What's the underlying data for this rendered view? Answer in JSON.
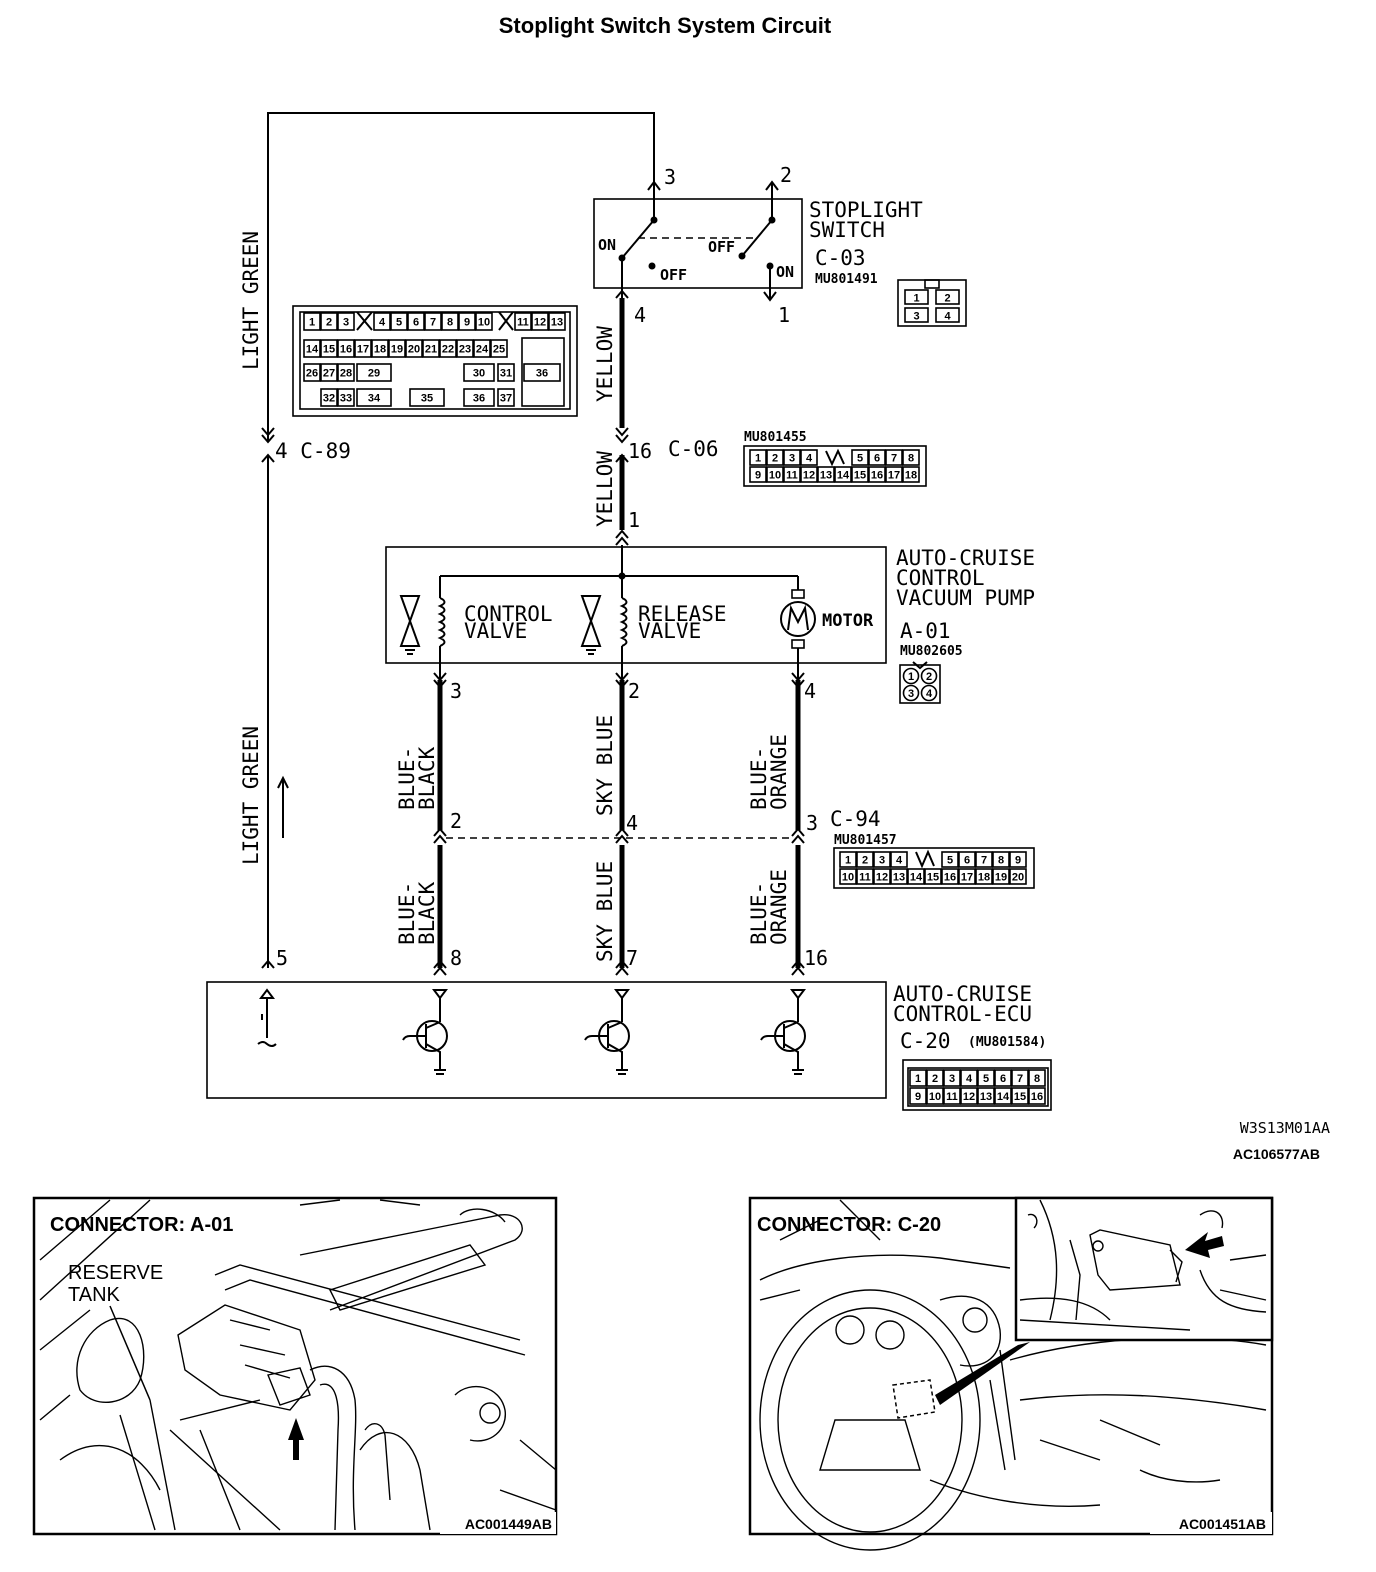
{
  "title": "Stoplight Switch System Circuit",
  "wires": {
    "light_green_upper": "LIGHT GREEN",
    "light_green_lower": "LIGHT GREEN",
    "yellow_upper": "YELLOW",
    "yellow_lower": "YELLOW",
    "blue_black_upper": [
      "BLUE-",
      "BLACK"
    ],
    "blue_black_lower": [
      "BLUE-",
      "BLACK"
    ],
    "sky_blue_upper": "SKY BLUE",
    "sky_blue_lower": "SKY BLUE",
    "blue_orange_upper": [
      "BLUE-",
      "ORANGE"
    ],
    "blue_orange_lower": [
      "BLUE-",
      "ORANGE"
    ]
  },
  "stoplight_switch": {
    "name_lines": [
      "STOPLIGHT",
      "SWITCH"
    ],
    "connector": "C-03",
    "part": "MU801491",
    "on_left": "ON",
    "off_left": "OFF",
    "off_right": "OFF",
    "on_right": "ON",
    "pins": {
      "p3": "3",
      "p2": "2",
      "p4": "4",
      "p1": "1"
    },
    "face": [
      "1",
      "2",
      "3",
      "4"
    ]
  },
  "c89": {
    "label": "4 C-89",
    "row1": [
      "1",
      "2",
      "3",
      "4",
      "5",
      "6",
      "7",
      "8",
      "9",
      "10",
      "11",
      "12",
      "13"
    ],
    "row2": [
      "14",
      "15",
      "16",
      "17",
      "18",
      "19",
      "20",
      "21",
      "22",
      "23",
      "24",
      "25"
    ],
    "row3": [
      "26",
      "27",
      "28",
      "29",
      "30",
      "31",
      "36"
    ],
    "row4": [
      "32",
      "33",
      "34",
      "35",
      "36",
      "37"
    ]
  },
  "c06": {
    "pin": "16",
    "connector": "C-06",
    "part": "MU801455",
    "row1": [
      "1",
      "2",
      "3",
      "4",
      "5",
      "6",
      "7",
      "8"
    ],
    "row2": [
      "9",
      "10",
      "11",
      "12",
      "13",
      "14",
      "15",
      "16",
      "17",
      "18"
    ]
  },
  "vacuum_pump": {
    "name_lines": [
      "AUTO-CRUISE",
      "CONTROL",
      "VACUUM PUMP"
    ],
    "connector": "A-01",
    "part": "MU802605",
    "control_valve": [
      "CONTROL",
      "VALVE"
    ],
    "release_valve": [
      "RELEASE",
      "VALVE"
    ],
    "motor": "MOTOR",
    "pins": {
      "p1": "1",
      "p3": "3",
      "p2": "2",
      "p4": "4"
    },
    "face": [
      "1",
      "2",
      "3",
      "4"
    ]
  },
  "c94": {
    "connector": "C-94",
    "part": "MU801457",
    "pins": {
      "p2": "2",
      "p4": "4",
      "p3": "3"
    },
    "row1": [
      "1",
      "2",
      "3",
      "4",
      "5",
      "6",
      "7",
      "8",
      "9"
    ],
    "row2": [
      "10",
      "11",
      "12",
      "13",
      "14",
      "15",
      "16",
      "17",
      "18",
      "19",
      "20"
    ]
  },
  "ecu": {
    "name_lines": [
      "AUTO-CRUISE",
      "CONTROL-ECU"
    ],
    "connector": "C-20",
    "part": "(MU801584)",
    "pins": {
      "p5": "5",
      "p8": "8",
      "p7": "7",
      "p16": "16"
    },
    "row1": [
      "1",
      "2",
      "3",
      "4",
      "5",
      "6",
      "7",
      "8"
    ],
    "row2": [
      "9",
      "10",
      "11",
      "12",
      "13",
      "14",
      "15",
      "16"
    ]
  },
  "codes": {
    "w_code": "W3S13M01AA",
    "ac_code": "AC106577AB"
  },
  "panels": {
    "left": {
      "title": "CONNECTOR: A-01",
      "label_lines": [
        "RESERVE",
        "TANK"
      ],
      "code": "AC001449AB"
    },
    "right": {
      "title": "CONNECTOR: C-20",
      "code": "AC001451AB"
    }
  }
}
